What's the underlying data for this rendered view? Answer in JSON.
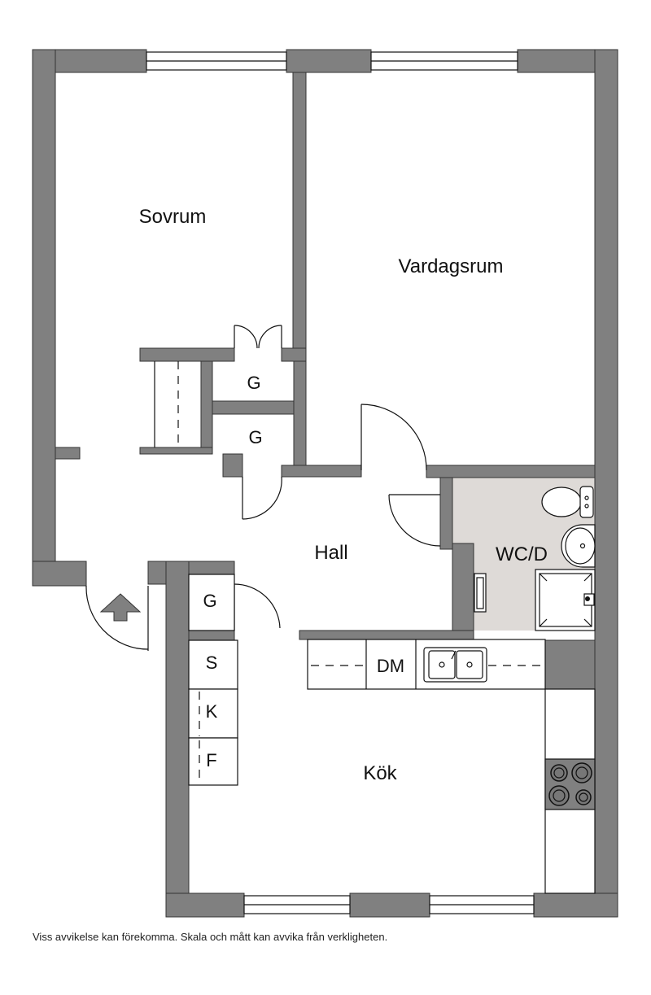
{
  "rooms": {
    "sovrum": "Sovrum",
    "vardagsrum": "Vardagsrum",
    "hall": "Hall",
    "wc": "WC/D",
    "kok": "Kök",
    "closet": "G",
    "dishwasher": "DM",
    "storage_s": "S",
    "fridge": "K",
    "freezer": "F"
  },
  "disclaimer": "Viss avvikelse kan förekomma. Skala och mått kan avvika från verkligheten.",
  "colors": {
    "wall": "#808080",
    "wc_floor": "#dedad7"
  }
}
